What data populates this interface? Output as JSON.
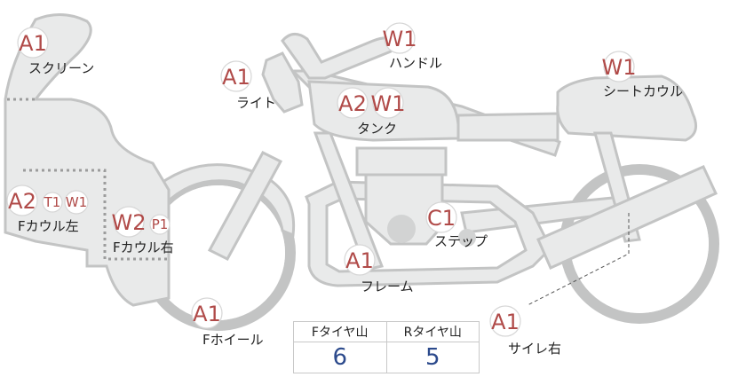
{
  "parts": [
    {
      "name": "スクリーン",
      "codes": [
        "A1"
      ]
    },
    {
      "name": "ライト",
      "codes": [
        "A1"
      ]
    },
    {
      "name": "ハンドル",
      "codes": [
        "W1"
      ]
    },
    {
      "name": "タンク",
      "codes": [
        "A2",
        "W1"
      ]
    },
    {
      "name": "シートカウル",
      "codes": [
        "W1"
      ]
    },
    {
      "name": "Fカウル左",
      "codes": [
        "A2",
        "T1",
        "W1"
      ]
    },
    {
      "name": "Fカウル右",
      "codes": [
        "W2",
        "P1"
      ]
    },
    {
      "name": "ステップ",
      "codes": [
        "C1"
      ]
    },
    {
      "name": "フレーム",
      "codes": [
        "A1"
      ]
    },
    {
      "name": "Fホイール",
      "codes": [
        "A1"
      ]
    },
    {
      "name": "サイレ右",
      "codes": [
        "A1"
      ]
    }
  ],
  "tire_table": {
    "headers": [
      "Fタイヤ山",
      "Rタイヤ山"
    ],
    "values": [
      "6",
      "5"
    ]
  },
  "colors": {
    "code_red": "#b04a48",
    "value_blue": "#2c4a8c",
    "part_fill": "#e9eaea",
    "part_outline": "#c3c4c4"
  }
}
